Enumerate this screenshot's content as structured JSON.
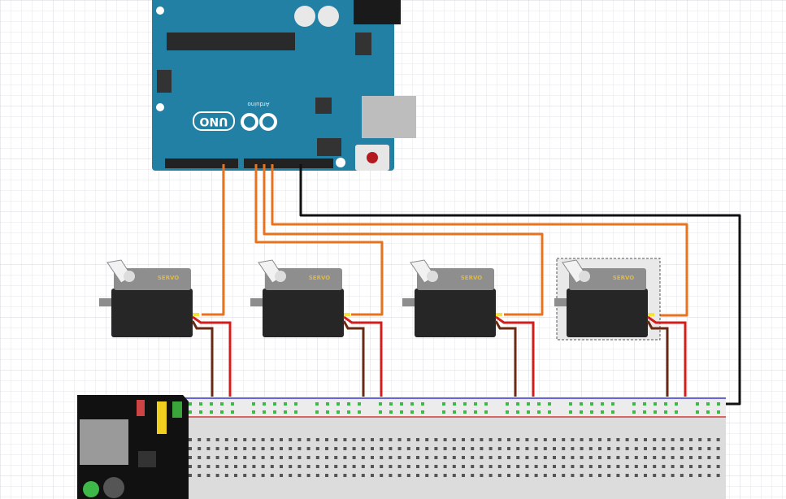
{
  "view": "breadboard",
  "board": {
    "logo_text": "UNO",
    "brand_text": "Arduino",
    "color": "#2380a5"
  },
  "servos": [
    {
      "label": "SERVO",
      "selected": false
    },
    {
      "label": "SERVO",
      "selected": false
    },
    {
      "label": "SERVO",
      "selected": false
    },
    {
      "label": "SERVO",
      "selected": true
    }
  ],
  "wire_colors": {
    "signal": "#e8731e",
    "power": "#d21d1d",
    "ground": "#6a2a12",
    "gnd_board": "#111111"
  },
  "breadboard": {
    "rail_blue": "#3b3bd0",
    "rail_red": "#d03b3b",
    "hole_green": "#3fb84a"
  },
  "power_module": {
    "color": "#111111"
  }
}
